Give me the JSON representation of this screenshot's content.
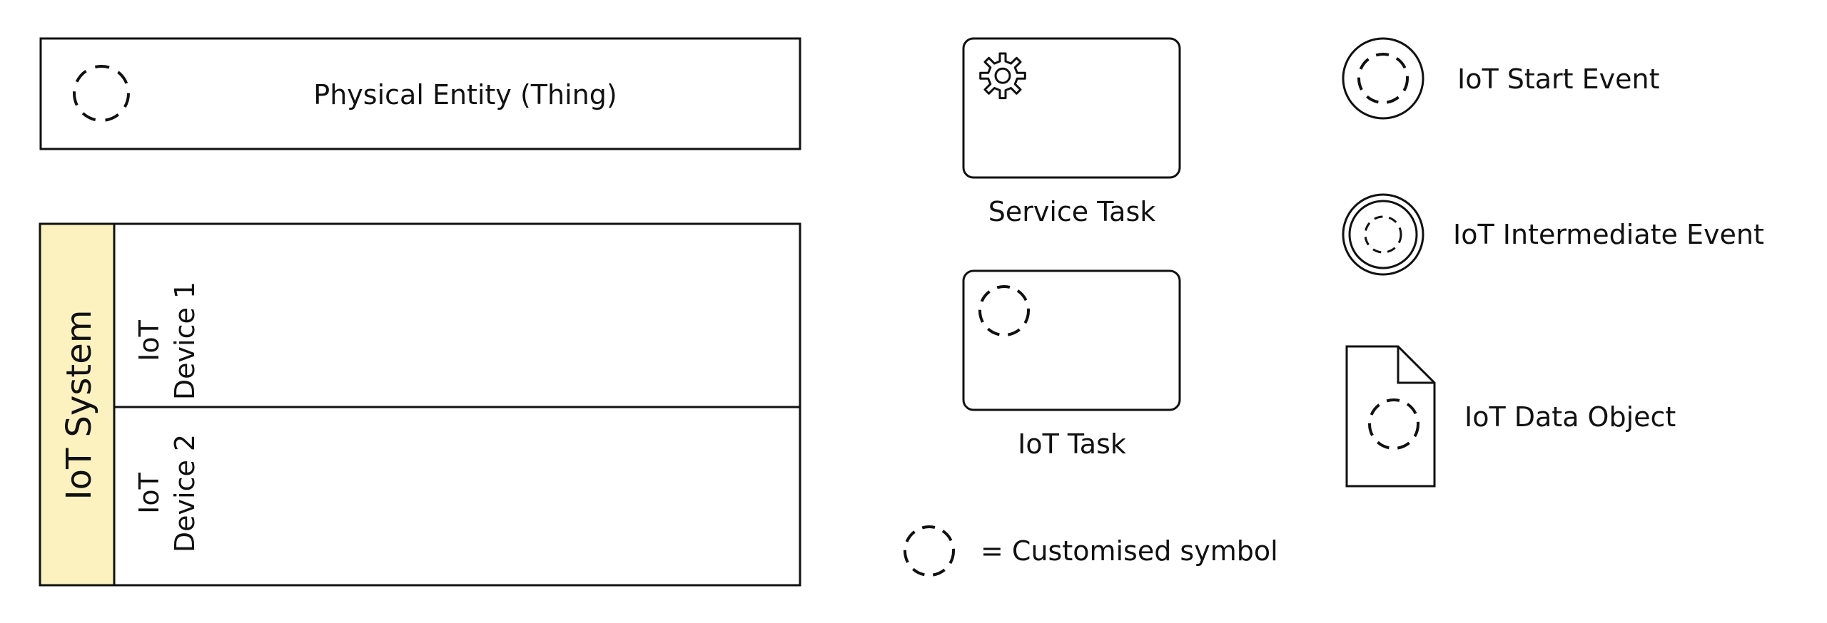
{
  "entity": {
    "label": "Physical Entity (Thing)"
  },
  "pool": {
    "label": "IoT System",
    "lanes": [
      {
        "line1": "IoT",
        "line2": "Device 1"
      },
      {
        "line1": "IoT",
        "line2": "Device 2"
      }
    ],
    "header_color": "#FBF2C0"
  },
  "service_task": {
    "label": "Service Task"
  },
  "iot_task": {
    "label": "IoT Task"
  },
  "legend": {
    "label": "= Customised symbol"
  },
  "start_event": {
    "label": "IoT Start Event"
  },
  "intermediate_event": {
    "label": "IoT Intermediate Event"
  },
  "data_object": {
    "label": "IoT Data Object"
  },
  "icons": {
    "customised": "dashed-circle-icon",
    "service": "gear-icon"
  },
  "colors": {
    "stroke": "#111111",
    "pool_header": "#FBF2C0"
  }
}
